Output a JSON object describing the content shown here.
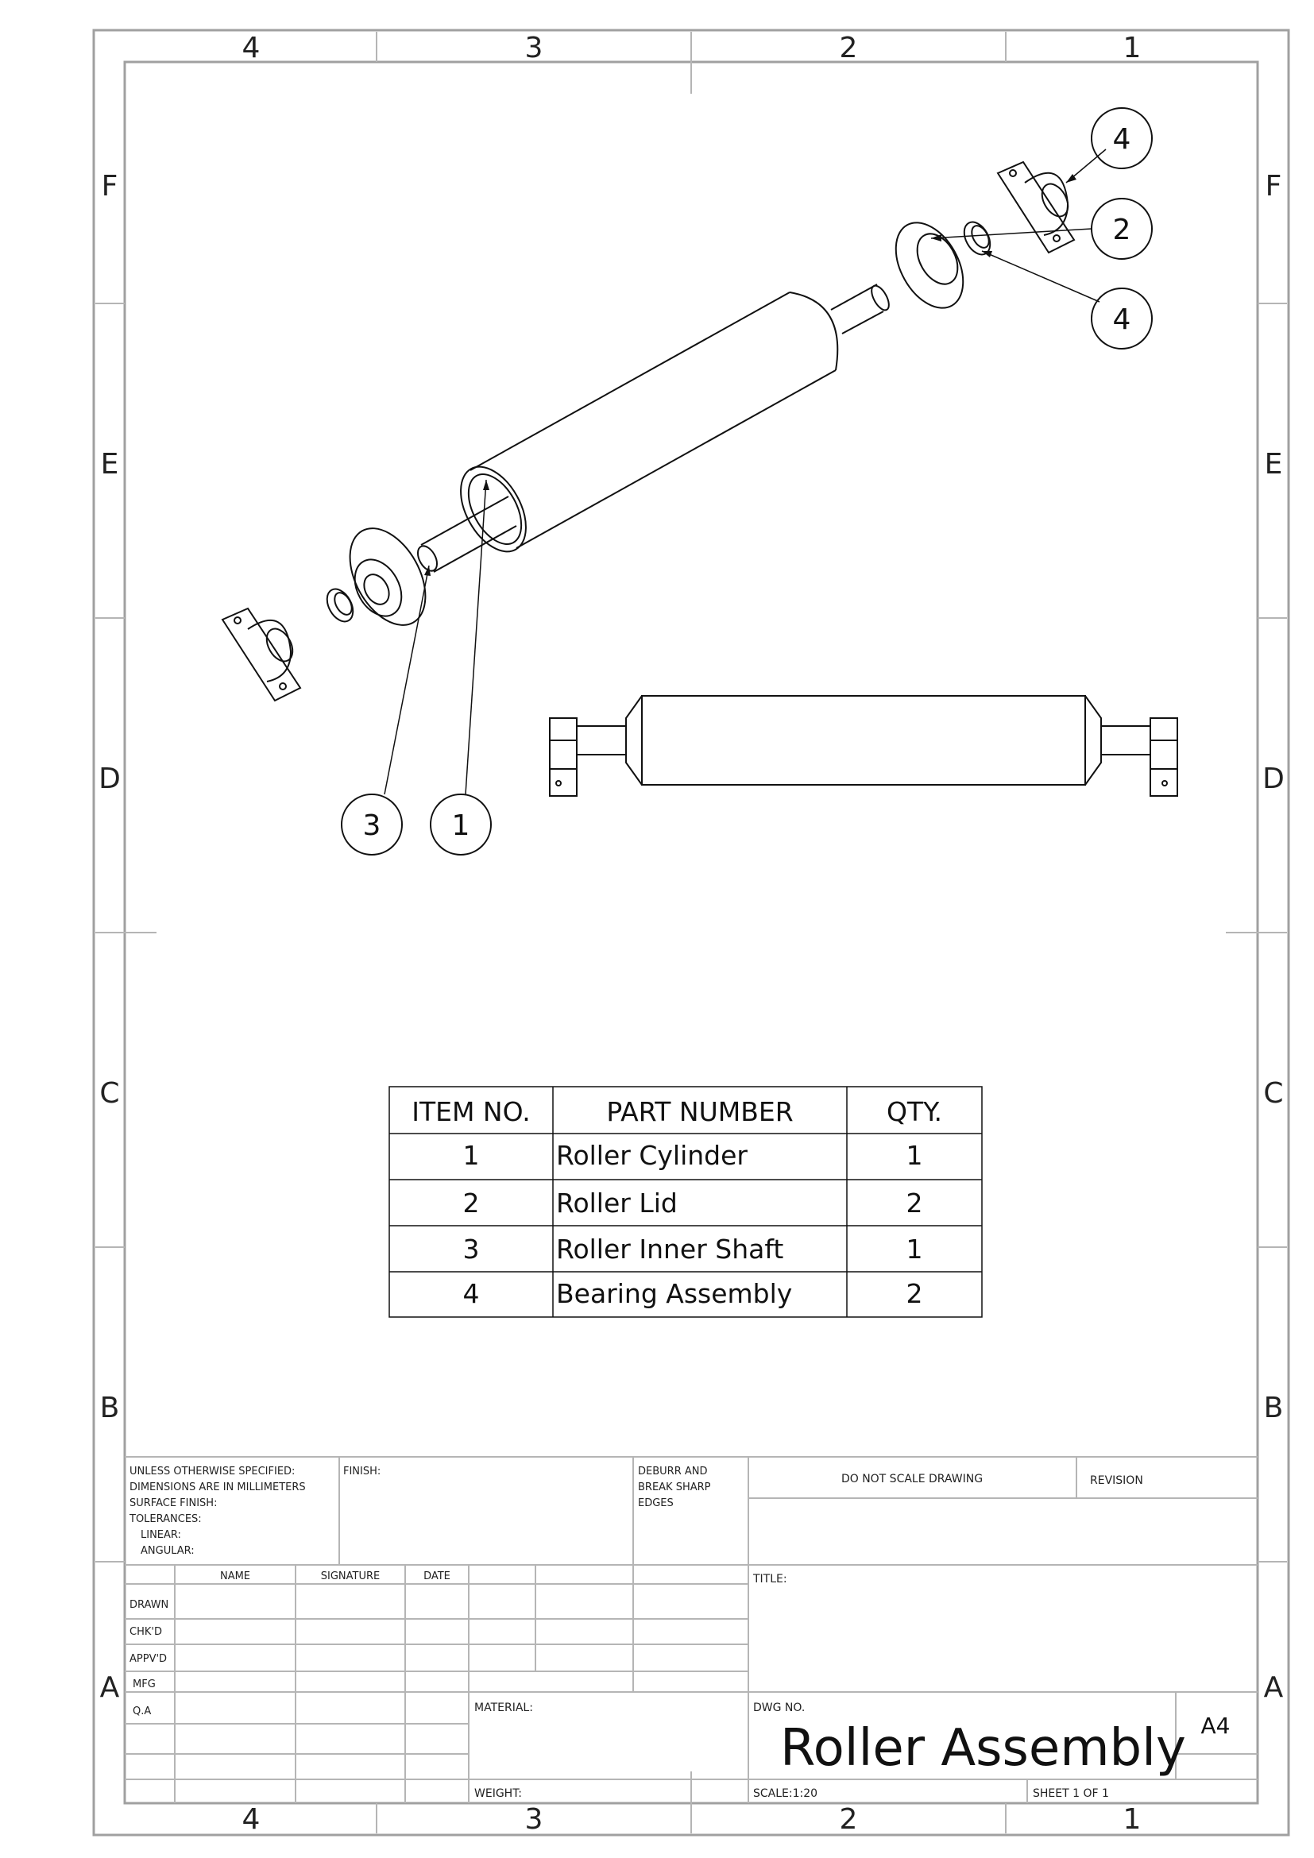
{
  "zones": {
    "columns": [
      "4",
      "3",
      "2",
      "1"
    ],
    "rows": [
      "F",
      "E",
      "D",
      "C",
      "B",
      "A"
    ]
  },
  "balloons": {
    "top_right": [
      "4",
      "2",
      "4"
    ],
    "bottom_left": [
      "3",
      "1"
    ]
  },
  "bom": {
    "headers": [
      "ITEM NO.",
      "PART NUMBER",
      "QTY."
    ],
    "rows": [
      {
        "item": "1",
        "part": "Roller Cylinder",
        "qty": "1"
      },
      {
        "item": "2",
        "part": "Roller Lid",
        "qty": "2"
      },
      {
        "item": "3",
        "part": "Roller Inner Shaft",
        "qty": "1"
      },
      {
        "item": "4",
        "part": "Bearing Assembly",
        "qty": "2"
      }
    ]
  },
  "title_block": {
    "spec_lines": [
      "UNLESS OTHERWISE SPECIFIED:",
      "DIMENSIONS ARE IN MILLIMETERS",
      "SURFACE FINISH:",
      "TOLERANCES:",
      "LINEAR:",
      "ANGULAR:"
    ],
    "finish_label": "FINISH:",
    "deburr_lines": [
      "DEBURR AND",
      "BREAK SHARP",
      "EDGES"
    ],
    "do_not_scale": "DO NOT SCALE DRAWING",
    "revision_label": "REVISION",
    "col_name": "NAME",
    "col_signature": "SIGNATURE",
    "col_date": "DATE",
    "roles": [
      "DRAWN",
      "CHK'D",
      "APPV'D",
      "MFG",
      "Q.A"
    ],
    "title_label": "TITLE:",
    "material_label": "MATERIAL:",
    "weight_label": "WEIGHT:",
    "dwg_no_label": "DWG NO.",
    "dwg_name": "Roller Assembly",
    "paper_size": "A4",
    "scale": "SCALE:1:20",
    "sheet": "SHEET 1 OF 1"
  }
}
